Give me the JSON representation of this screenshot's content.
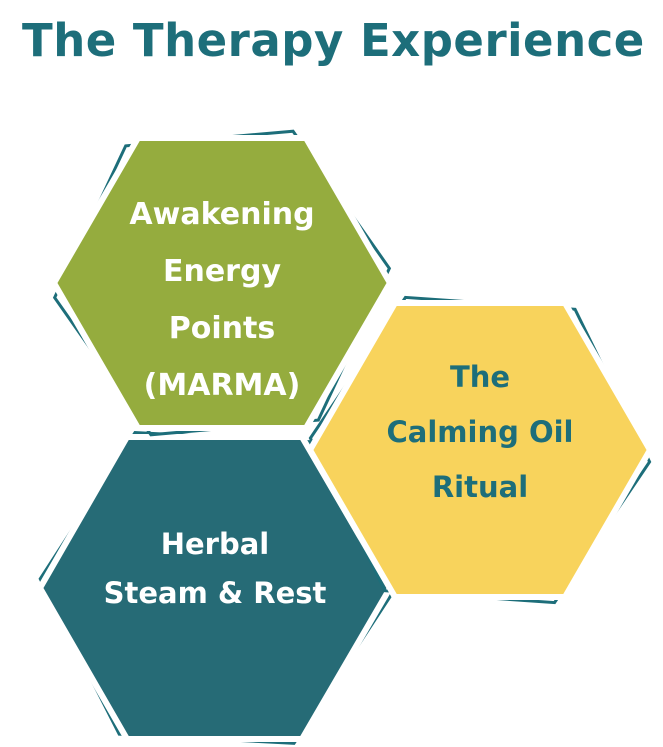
{
  "title": "The Therapy Experience",
  "colors": {
    "title": "#1d6e7a",
    "outline": "#1d6e7a",
    "background": "#ffffff",
    "white_gap": "#ffffff"
  },
  "hexagons": [
    {
      "name": "awakening-energy-points-marma",
      "lines": [
        "Awakening",
        "Energy",
        "Points",
        "(MARMA)"
      ],
      "fill": "#95ac3e",
      "text_color": "#ffffff"
    },
    {
      "name": "calming-oil-ritual",
      "lines": [
        "The",
        "Calming Oil",
        "Ritual"
      ],
      "fill": "#f8d35c",
      "text_color": "#1d6e7a"
    },
    {
      "name": "herbal-steam-rest",
      "lines": [
        "Herbal",
        "Steam & Rest"
      ],
      "fill": "#266b76",
      "text_color": "#ffffff"
    }
  ]
}
